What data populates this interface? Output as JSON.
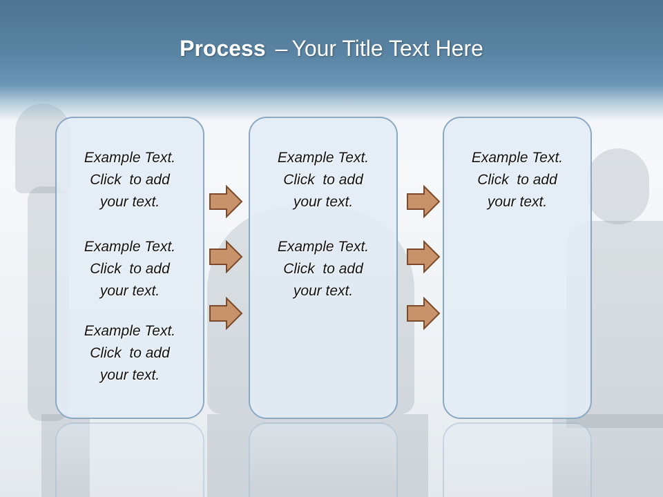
{
  "title": {
    "bold": "Process",
    "separator": "–",
    "rest": "Your Title Text Here"
  },
  "boxes": [
    {
      "items": [
        [
          "Example Text.",
          "Click  to add",
          "your text."
        ],
        [
          "Example Text.",
          "Click  to add",
          "your text."
        ],
        [
          "Example Text.",
          "Click  to add",
          "your text."
        ]
      ]
    },
    {
      "items": [
        [
          "Example Text.",
          "Click  to add",
          "your text."
        ],
        [
          "Example Text.",
          "Click  to add",
          "your text."
        ]
      ]
    },
    {
      "items": [
        [
          "Example Text.",
          "Click  to add",
          "your text."
        ]
      ]
    }
  ],
  "colors": {
    "header": "#5a84a3",
    "box_border": "#8aa8c4",
    "box_fill": "#e2ecf5",
    "arrow_fill": "#c8926a",
    "arrow_stroke": "#7a4a2a"
  },
  "icons": {
    "arrow": "right-arrow-icon"
  }
}
